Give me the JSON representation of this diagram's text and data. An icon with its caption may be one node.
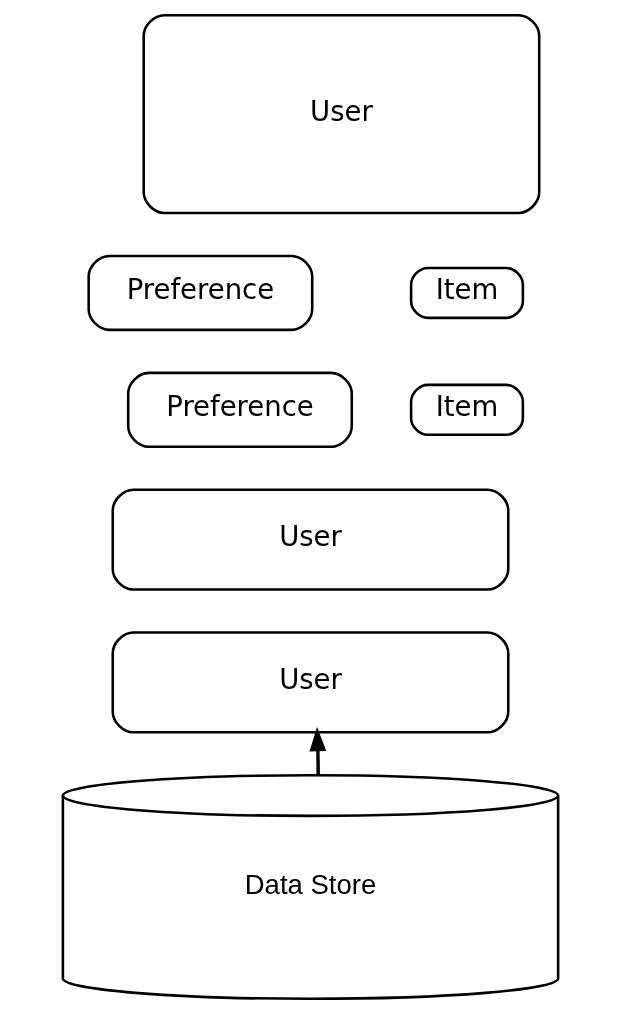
{
  "diagram": {
    "nodes": [
      {
        "text": [
          "User"
        ]
      },
      {
        "text": [
          "Preference"
        ]
      },
      {
        "text": [
          "Item"
        ]
      },
      {
        "text": [
          "Preference"
        ]
      },
      {
        "text": [
          "Item"
        ]
      },
      {
        "text": [
          "User"
        ]
      },
      {
        "text": [
          "User"
        ]
      },
      {
        "text": [
          "Data Store"
        ]
      }
    ],
    "edges": [
      {
        "from": 7,
        "to": 6,
        "arrow": "to"
      }
    ]
  }
}
